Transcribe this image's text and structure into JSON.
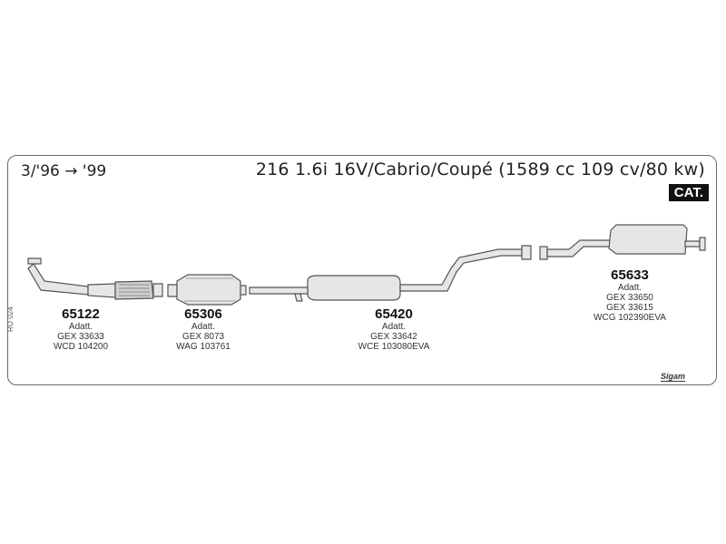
{
  "header": {
    "date_range": "3/'96 → '99",
    "model": "216 1.6i 16V/Cabrio/Coupé (1589 cc 109 cv/80 kw)",
    "badge": "CAT."
  },
  "parts": [
    {
      "number": "65122",
      "refs": [
        "Adatt.",
        "GEX 33633",
        "WCD 104200"
      ]
    },
    {
      "number": "65306",
      "refs": [
        "Adatt.",
        "GEX 8073",
        "WAG 103761"
      ]
    },
    {
      "number": "65420",
      "refs": [
        "Adatt.",
        "GEX 33642",
        "WCE 103080EVA"
      ]
    },
    {
      "number": "65633",
      "refs": [
        "Adatt.",
        "GEX 33650",
        "GEX 33615",
        "WCG 102390EVA"
      ]
    }
  ],
  "side_code": "RO 024",
  "brand": "Sigam",
  "colors": {
    "line": "#555555",
    "fill": "#e6e6e6",
    "border": "#6b6b6b",
    "badge_bg": "#111111"
  }
}
